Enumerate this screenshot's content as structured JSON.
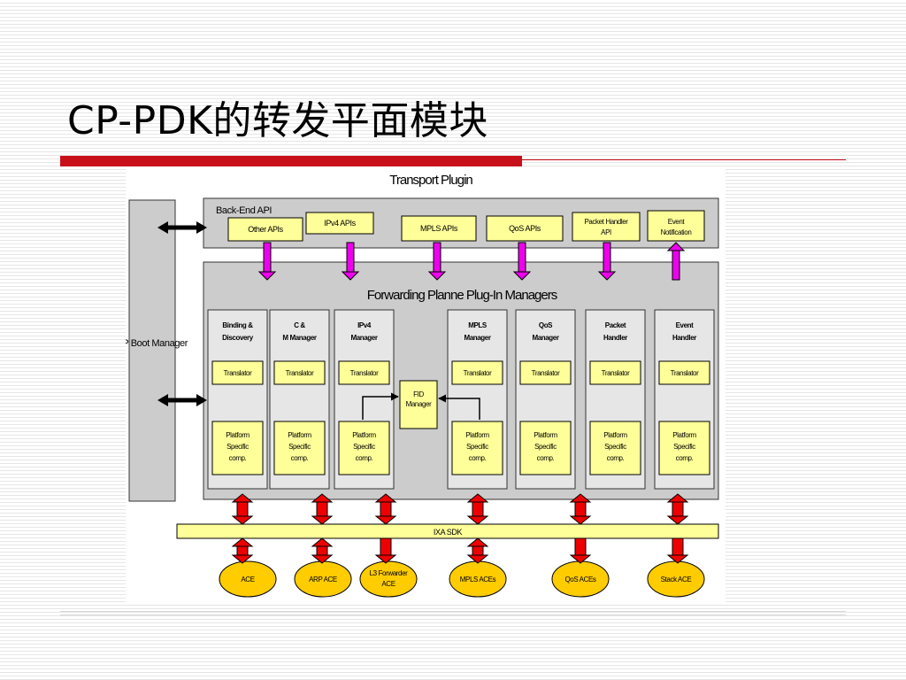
{
  "slide": {
    "title": "CP-PDK的转发平面模块"
  },
  "diagram": {
    "transport_plugin": "Transport Plugin",
    "back_end_api": "Back-End API",
    "apis": [
      "Other APIs",
      "IPv4 APIs",
      "MPLS APIs",
      "QoS APIs",
      "Packet Handler API",
      "Event Notification"
    ],
    "fp_boot_manager": "FP Boot Manager",
    "managers_title": "Forwarding Planne Plug-In Managers",
    "managers": [
      {
        "name": "Binding & Discovery",
        "translator": "Translator",
        "platform": "Platform Specific comp."
      },
      {
        "name": "C&M Manager",
        "translator": "Translator",
        "platform": "Platform Specific comp."
      },
      {
        "name": "IPv4 Manager",
        "translator": "Translator",
        "platform": "Platform Specific comp."
      },
      {
        "name": "MPLS Manager",
        "translator": "Translator",
        "platform": "Platform Specific comp."
      },
      {
        "name": "QoS Manager",
        "translator": "Translator",
        "platform": "Platform Specific comp."
      },
      {
        "name": "Packet Handler",
        "translator": "Translator",
        "platform": "Platform Specific comp."
      },
      {
        "name": "Event Handler",
        "translator": "Translator",
        "platform": "Platform Specific comp."
      }
    ],
    "fid_manager": "FID Manager",
    "ixa_sdk": "IXA SDK",
    "aces": [
      "ACE",
      "ARP ACE",
      "L3 Forwarder ACE",
      "MPLS ACEs",
      "QoS ACEs",
      "Stack ACE"
    ],
    "colors": {
      "magenta_arrow": "#ee00ee",
      "red_arrow": "#ee0000",
      "yellow_box": "#ffff99",
      "ace_fill": "#ffcc00",
      "title_rule": "#c8101a"
    }
  }
}
